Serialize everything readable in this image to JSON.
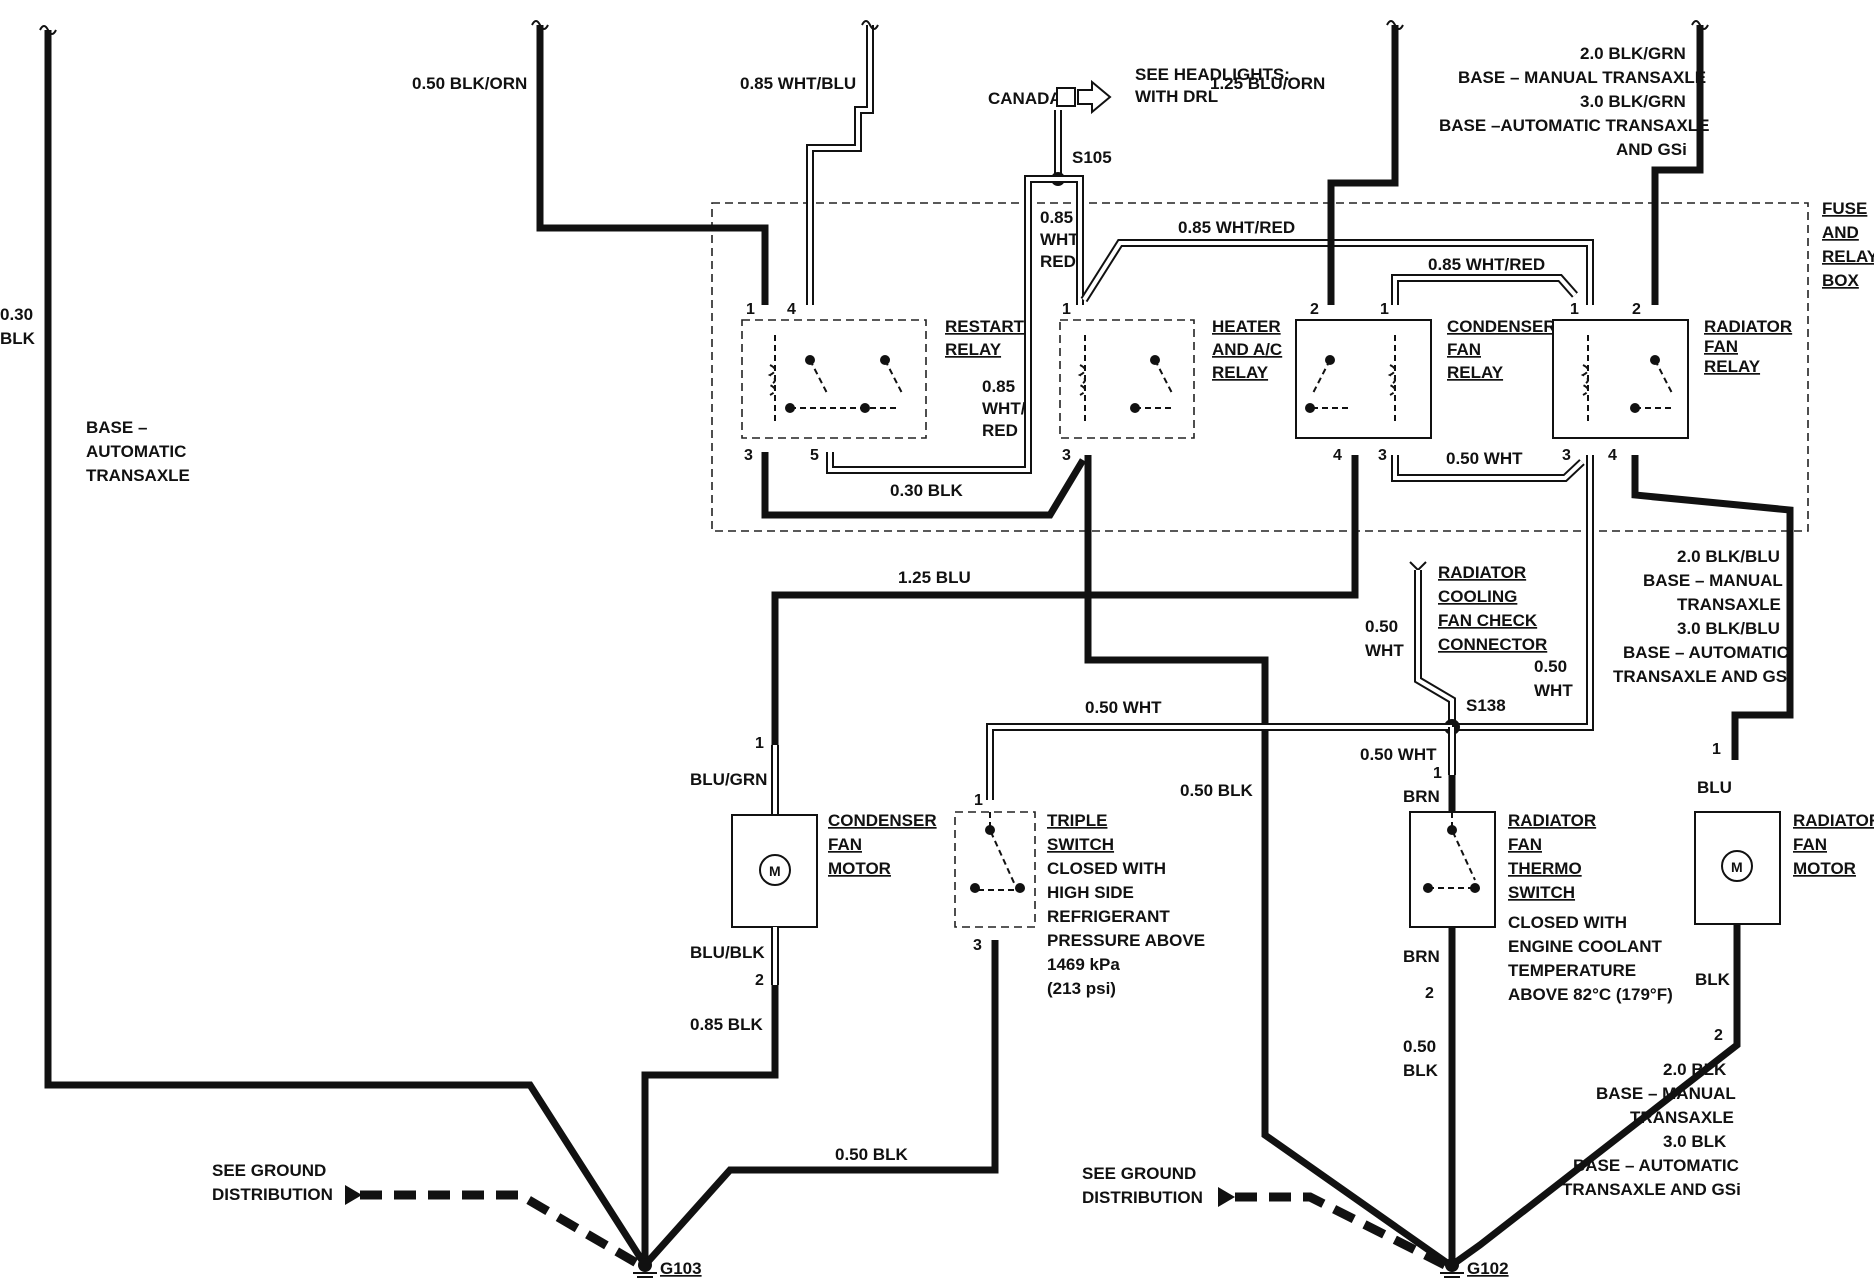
{
  "wires": {
    "w030blk_left": "0.30\nBLK",
    "w050blkorn": "0.50 BLK/ORN",
    "w085whtblu": "0.85 WHT/BLU",
    "canada": "CANADA",
    "see_headlights": "SEE HEADLIGHTS:",
    "with_drl": "WITH DRL",
    "w125bluorn": "1.25 BLU/ORN",
    "rad_feed_1": "2.0 BLK/GRN",
    "rad_feed_2": "BASE – MANUAL TRANSAXLE",
    "rad_feed_3": "3.0 BLK/GRN",
    "rad_feed_4": "BASE –AUTOMATIC TRANSAXLE",
    "rad_feed_5": "AND GSi",
    "s105": "S105",
    "w085whtred_vert_1": "0.85",
    "w085whtred_vert_2": "WHT/",
    "w085whtred_vert_3": "RED",
    "w085whtred_top": "0.85 WHT/RED",
    "w085whtred_cond": "0.85 WHT/RED",
    "w085whtred_restart_1": "0.85",
    "w085whtred_restart_2": "WHT/",
    "w085whtred_restart_3": "RED",
    "w030blk": "0.30 BLK",
    "w050wht_cond": "0.50 WHT",
    "w125blu": "1.25 BLU",
    "base_auto_1": "BASE –",
    "base_auto_2": "AUTOMATIC",
    "base_auto_3": "TRANSAXLE",
    "w050wht_left_1": "0.50",
    "w050wht_left_2": "WHT",
    "w050wht_right_1": "0.50",
    "w050wht_right_2": "WHT",
    "s138": "S138",
    "w050wht_triple": "0.50 WHT",
    "w050wht_thermo": "0.50 WHT",
    "w050blk_mid": "0.50 BLK",
    "blugrn": "BLU/GRN",
    "blublk": "BLU/BLK",
    "w085blk": "0.85 BLK",
    "w050blk_bottom": "0.50 BLK",
    "brn_top": "BRN",
    "brn_bottom": "BRN",
    "w050blk_thermo_1": "0.50",
    "w050blk_thermo_2": "BLK",
    "blu": "BLU",
    "blk": "BLK",
    "rad_ret_1": "2.0 BLK/BLU",
    "rad_ret_2": "BASE – MANUAL",
    "rad_ret_3": "TRANSAXLE",
    "rad_ret_4": "3.0 BLK/BLU",
    "rad_ret_5": "BASE – AUTOMATIC",
    "rad_ret_6": "TRANSAXLE AND GSi",
    "rad_gnd_1": "2.0 BLK",
    "rad_gnd_2": "BASE – MANUAL",
    "rad_gnd_3": "TRANSAXLE",
    "rad_gnd_4": "3.0 BLK",
    "rad_gnd_5": "BASE – AUTOMATIC",
    "rad_gnd_6": "TRANSAXLE AND GSi"
  },
  "components": {
    "fuse_box_1": "FUSE",
    "fuse_box_2": "AND",
    "fuse_box_3": "RELAY",
    "fuse_box_4": "BOX",
    "restart_relay_1": "RESTART",
    "restart_relay_2": "RELAY",
    "heater_relay_1": "HEATER",
    "heater_relay_2": "AND A/C",
    "heater_relay_3": "RELAY",
    "condenser_relay_1": "CONDENSER",
    "condenser_relay_2": "FAN",
    "condenser_relay_3": "RELAY",
    "radiator_relay_1": "RADIATOR",
    "radiator_relay_2": "FAN",
    "radiator_relay_3": "RELAY",
    "check_conn_1": "RADIATOR",
    "check_conn_2": "COOLING",
    "check_conn_3": "FAN CHECK",
    "check_conn_4": "CONNECTOR",
    "cond_motor_1": "CONDENSER",
    "cond_motor_2": "FAN",
    "cond_motor_3": "MOTOR",
    "triple_1": "TRIPLE",
    "triple_2": "SWITCH",
    "triple_3": "CLOSED WITH",
    "triple_4": "HIGH SIDE",
    "triple_5": "REFRIGERANT",
    "triple_6": "PRESSURE ABOVE",
    "triple_7": "1469 kPa",
    "triple_8": "(213 psi)",
    "thermo_1": "RADIATOR",
    "thermo_2": "FAN",
    "thermo_3": "THERMO",
    "thermo_4": "SWITCH",
    "thermo_5": "CLOSED WITH",
    "thermo_6": "ENGINE COOLANT",
    "thermo_7": "TEMPERATURE",
    "thermo_8": "ABOVE 82°C (179°F)",
    "rad_motor_1": "RADIATOR",
    "rad_motor_2": "FAN",
    "rad_motor_3": "MOTOR"
  },
  "grounds": {
    "g103": "G103",
    "g102": "G102",
    "see_ground_1": "SEE GROUND",
    "see_ground_2": "DISTRIBUTION"
  },
  "pins": {
    "p1": "1",
    "p2": "2",
    "p3": "3",
    "p4": "4",
    "p5": "5"
  }
}
